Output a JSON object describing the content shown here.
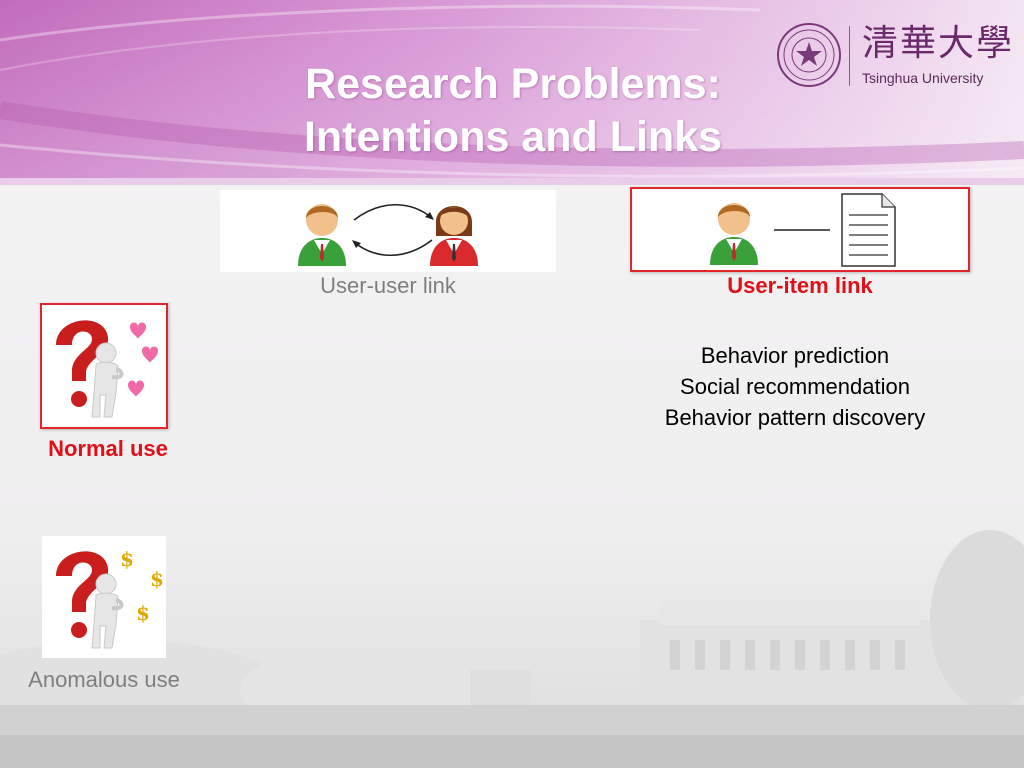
{
  "slide": {
    "title_line1": "Research Problems:",
    "title_line2": "Intentions and Links"
  },
  "logo": {
    "chinese_name": "清華大學",
    "english_name": "Tsinghua University",
    "icon": "tsinghua-seal-icon"
  },
  "links": {
    "user_user": {
      "label": "User-user link",
      "icons": [
        "male-user-icon",
        "bidirectional-arrows-icon",
        "female-user-icon"
      ]
    },
    "user_item": {
      "label": "User-item link",
      "icons": [
        "male-user-icon",
        "line-connector-icon",
        "document-icon"
      ]
    }
  },
  "applications": [
    "Behavior prediction",
    "Social recommendation",
    "Behavior pattern discovery"
  ],
  "intentions": {
    "normal": {
      "label": "Normal use",
      "icons": [
        "question-mark-thinker-icon",
        "heart-icon"
      ]
    },
    "anomalous": {
      "label": "Anomalous use",
      "icons": [
        "question-mark-thinker-icon",
        "dollar-sign-icon"
      ]
    }
  },
  "colors": {
    "header_purple": "#c77ac4",
    "highlight_red": "#e0262b",
    "caption_gray": "#7f7f7f"
  }
}
